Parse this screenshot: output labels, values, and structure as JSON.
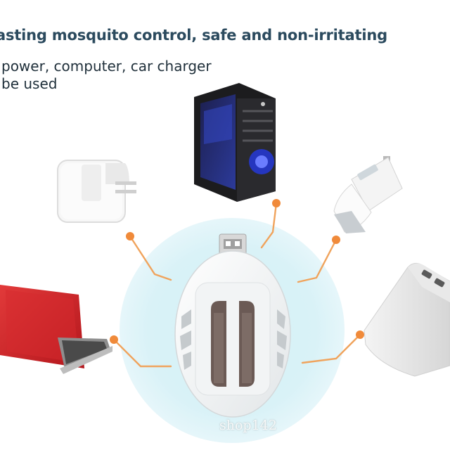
{
  "header": {
    "headline": "asting mosquito control, safe and non-irritating",
    "line1": "power, computer, car charger",
    "line2": "be used"
  },
  "devices": [
    {
      "name": "desktop-computer"
    },
    {
      "name": "wall-power-adapter"
    },
    {
      "name": "car-charger"
    },
    {
      "name": "laptop"
    },
    {
      "name": "power-bank"
    }
  ],
  "center_device": "usb-mosquito-repeller",
  "watermark": "shop142",
  "colors": {
    "headline": "#2b4a5e",
    "circle": "#d9f1f6",
    "connector": "#f0a35c",
    "dot": "#f08a3a"
  }
}
